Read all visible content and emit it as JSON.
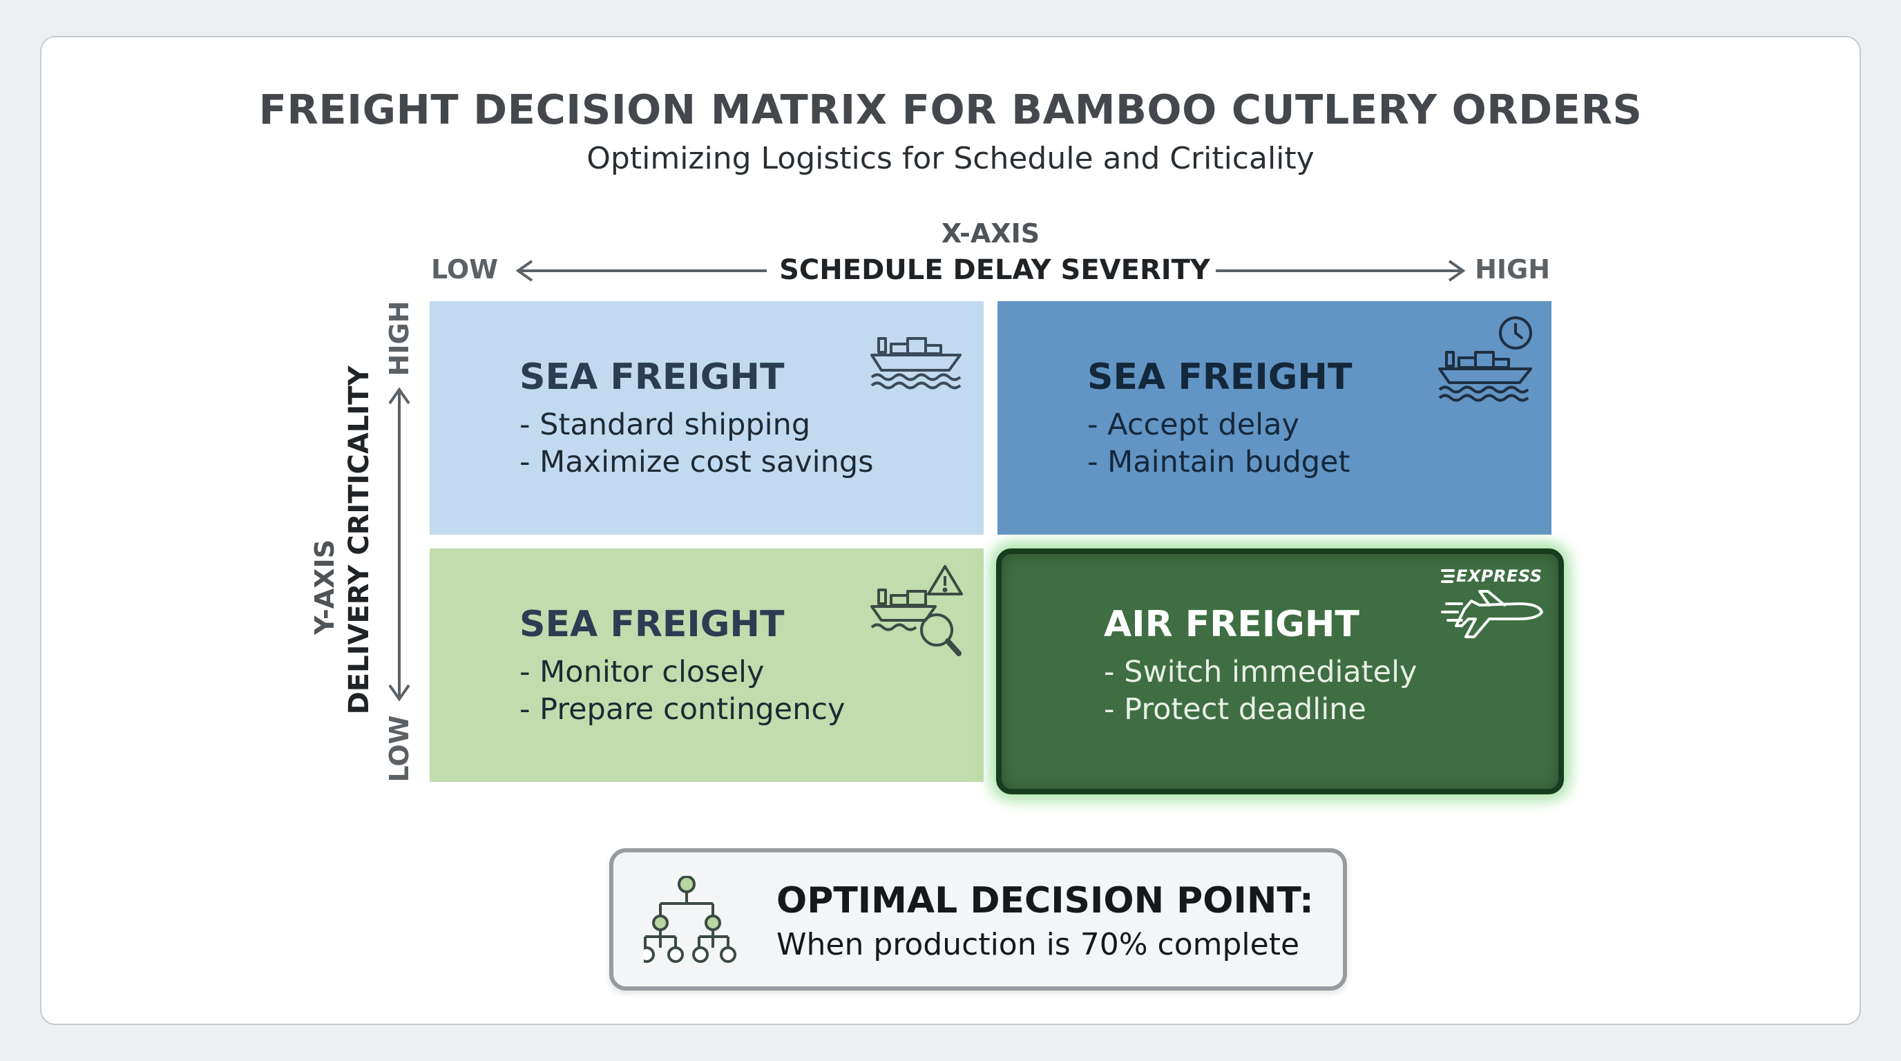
{
  "header": {
    "title": "FREIGHT DECISION MATRIX FOR BAMBOO CUTLERY ORDERS",
    "subtitle": "Optimizing Logistics for Schedule and Criticality"
  },
  "x_axis": {
    "axis_name": "X-AXIS",
    "title": "SCHEDULE DELAY SEVERITY",
    "low": "LOW",
    "high": "HIGH"
  },
  "y_axis": {
    "axis_name": "Y-AXIS",
    "title": "DELIVERY CRITICALITY",
    "low": "LOW",
    "high": "HIGH"
  },
  "quadrants": [
    {
      "position": "top-left",
      "title": "SEA FREIGHT",
      "items": [
        "- Standard shipping",
        "- Maximize cost savings"
      ],
      "icon": "cargo-ship-icon",
      "color": "#c2daf0"
    },
    {
      "position": "top-right",
      "title": "SEA FREIGHT",
      "items": [
        "- Accept delay",
        "- Maintain budget"
      ],
      "icon": "cargo-ship-clock-icon",
      "color": "#6294c4"
    },
    {
      "position": "bottom-left",
      "title": "SEA FREIGHT",
      "items": [
        "- Monitor closely",
        "- Prepare contingency"
      ],
      "icon": "cargo-ship-warning-magnifier-icon",
      "color": "#c1dcad"
    },
    {
      "position": "bottom-right",
      "title": "AIR FREIGHT",
      "items": [
        "- Switch immediately",
        "- Protect deadline"
      ],
      "icon": "express-airplane-icon",
      "icon_label": "EXPRESS",
      "color": "#3e6e42",
      "highlighted": true
    }
  ],
  "decision_point": {
    "title": "OPTIMAL DECISION POINT:",
    "text": "When production is 70% complete",
    "icon": "decision-tree-icon"
  }
}
